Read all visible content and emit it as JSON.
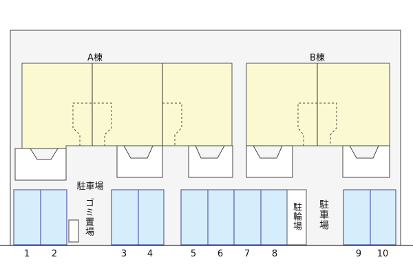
{
  "buildings": {
    "a": {
      "label": "A棟"
    },
    "b": {
      "label": "B棟"
    }
  },
  "areas": {
    "parking_center": "駐車場",
    "parking_right": "駐車場",
    "garbage": "ゴミ置場",
    "bicycle": "駐輪場"
  },
  "parking_numbers": [
    "1",
    "2",
    "3",
    "4",
    "5",
    "6",
    "7",
    "8",
    "9",
    "10"
  ],
  "colors": {
    "building_fill": "#fbf9d2",
    "parking_fill": "#d6eefb",
    "parking_stroke": "#3a3f9e",
    "ground_fill": "#f5f5f5"
  }
}
